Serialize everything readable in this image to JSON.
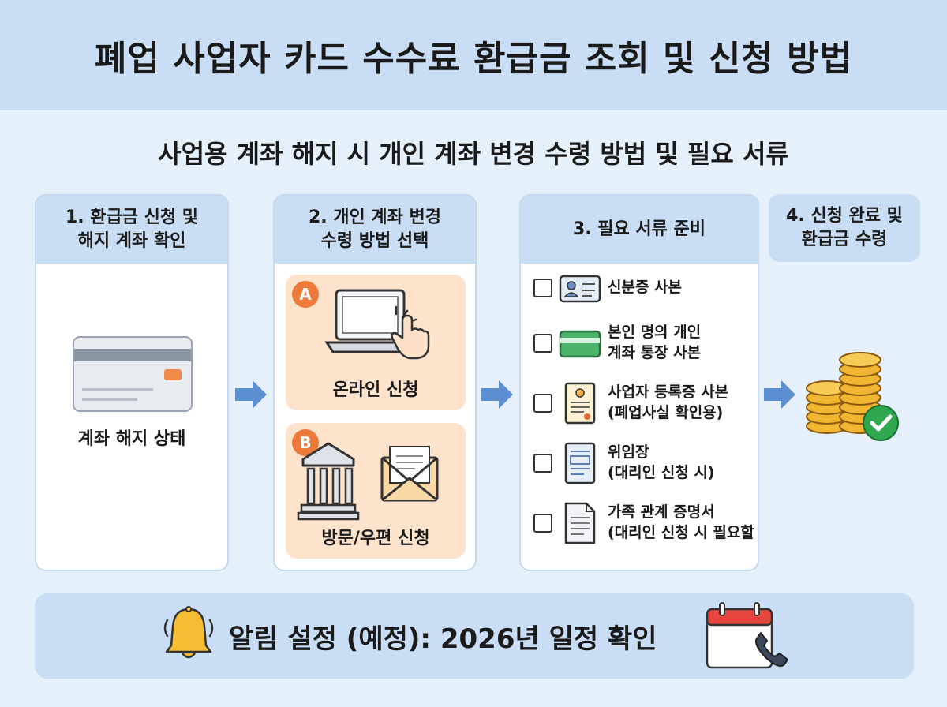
{
  "title": "폐업 사업자 카드 수수료 환급금 조회 및 신청 방법",
  "subtitle": "사업용 계좌 해지 시 개인 계좌 변경 수령 방법 및 필요 서류",
  "steps": [
    {
      "head": [
        "1. 환급금 신청 및",
        "해지 계좌 확인"
      ],
      "card_label": "계좌 해지 상태"
    },
    {
      "head": [
        "2. 개인 계좌 변경",
        "수령 방법 선택"
      ],
      "options": [
        {
          "badge": "A",
          "label": "온라인 신청",
          "icon": "laptop-click-icon"
        },
        {
          "badge": "B",
          "label": "방문/우편 신청",
          "icon": "bank-mail-icon"
        }
      ]
    },
    {
      "head": [
        "3. 필요 서류 준비"
      ],
      "documents": [
        {
          "lines": [
            "신분증 사본"
          ],
          "icon": "id-card-icon"
        },
        {
          "lines": [
            "본인 명의 개인",
            "계좌 통장 사본"
          ],
          "icon": "bankbook-icon"
        },
        {
          "lines": [
            "사업자 등록증 사본",
            "(폐업사실 확인용)"
          ],
          "icon": "certificate-icon"
        },
        {
          "lines": [
            "위임장",
            "(대리인 신청 시)"
          ],
          "icon": "form-icon"
        },
        {
          "lines": [
            "가족 관계 증명서",
            "(대리인 신청 시 필요할 수 있음)"
          ],
          "icon": "document-icon"
        }
      ]
    },
    {
      "head": [
        "4. 신청 완료 및",
        "환급금 수령"
      ]
    }
  ],
  "notice": {
    "text": "알림 설정 (예정): 2026년 일정 확인"
  },
  "colors": {
    "accent_blue": "#c9ddf5",
    "arrow": "#5b8fd1",
    "orange": "#ec7a3a",
    "option_bg": "#fde2cc",
    "check_green": "#2fa84f"
  }
}
